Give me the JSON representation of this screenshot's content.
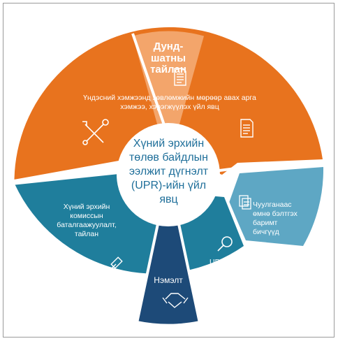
{
  "segments": {
    "top_title": "Дунд-шатны тайлан",
    "top_text": "Үндэсний хэмжээнд зөвлөмжийн мөрөөр авах арга хэмжээ, хэрэгжүүлэх үйл явц",
    "center": "Хүний эрхийн төлөв байдлын ээлжит дүгнэлт (UPR)-ийн үйл явц",
    "left": "Хүний эрхийн комиссын баталгаажуулалт, тайлан",
    "bottom": "Нэмэлт",
    "bottom_right": "UPR Ажлын хэсгийн дүгнэлт, тайлан",
    "right": "Чуулганаас өмнө бэлтгэх баримт бичгүүд"
  },
  "colors": {
    "orange": "#e8731e",
    "orange_light": "#f3a56b",
    "teal": "#1f7e9c",
    "light_blue": "#5ea7c4",
    "navy": "#1d4a78",
    "center_text": "#1f6f9a"
  },
  "icons": [
    "tools-icon",
    "document-icon",
    "gavel-icon",
    "handshake-icon",
    "magnifier-icon",
    "documents-icon"
  ]
}
